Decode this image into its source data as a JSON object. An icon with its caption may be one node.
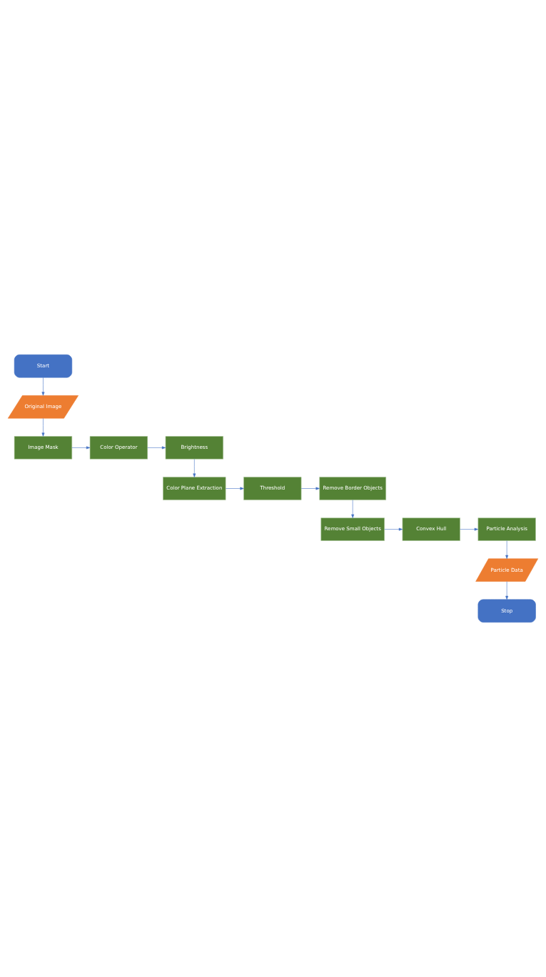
{
  "diagram": {
    "nodes": [
      {
        "text": [
          "Start"
        ]
      },
      {
        "text": [
          "Original Image"
        ]
      },
      {
        "text": [
          "Image Mask"
        ]
      },
      {
        "text": [
          "Color Operator"
        ]
      },
      {
        "text": [
          "Brightness"
        ]
      },
      {
        "text": [
          "Color Plane Extraction"
        ]
      },
      {
        "text": [
          "Threshold"
        ]
      },
      {
        "text": [
          "Remove Border Objects"
        ]
      },
      {
        "text": [
          "Remove Small Objects"
        ]
      },
      {
        "text": [
          "Convex Hull"
        ]
      },
      {
        "text": [
          "Particle Analysis"
        ]
      },
      {
        "text": [
          "Particle Data"
        ]
      },
      {
        "text": [
          "Stop"
        ]
      }
    ],
    "edges": [
      {
        "from": 0,
        "to": 1,
        "arrow": "to"
      },
      {
        "from": 1,
        "to": 2,
        "arrow": "to"
      },
      {
        "from": 2,
        "to": 3,
        "arrow": "to"
      },
      {
        "from": 3,
        "to": 4,
        "arrow": "to"
      },
      {
        "from": 4,
        "to": 5,
        "arrow": "to"
      },
      {
        "from": 5,
        "to": 6,
        "arrow": "to"
      },
      {
        "from": 6,
        "to": 7,
        "arrow": "to"
      },
      {
        "from": 7,
        "to": 8,
        "arrow": "to"
      },
      {
        "from": 8,
        "to": 9,
        "arrow": "to"
      },
      {
        "from": 9,
        "to": 10,
        "arrow": "to"
      },
      {
        "from": 10,
        "to": 11,
        "arrow": "to"
      },
      {
        "from": 11,
        "to": 12,
        "arrow": "to"
      }
    ]
  }
}
